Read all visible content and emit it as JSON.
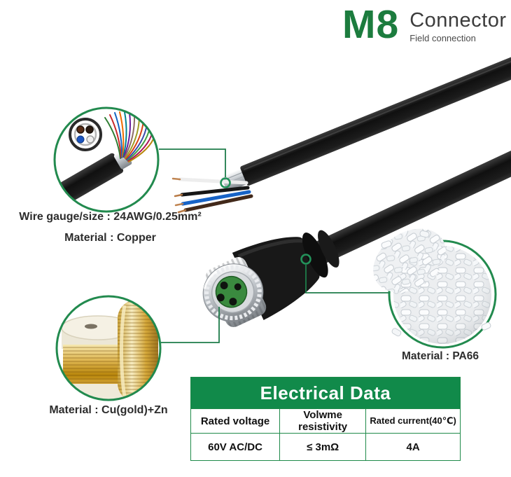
{
  "header": {
    "brand": "M8",
    "title": "Connector",
    "subtitle": "Field connection"
  },
  "callouts": {
    "cable": {
      "line1": "Wire gauge/size : 24AWG/0.25mm²",
      "line2": "Material : Copper"
    },
    "gold_wire": {
      "label": "Material : Cu(gold)+Zn"
    },
    "pellets": {
      "label": "Material : PA66"
    }
  },
  "table": {
    "title": "Electrical Data",
    "columns": [
      "Rated voltage",
      "Volwme resistivity",
      "Rated current(40℃)"
    ],
    "values": [
      "60V AC/DC",
      "≤ 3mΩ",
      "4A"
    ]
  },
  "icons": {
    "callout_ring_marker": "green-ring",
    "callout_line": "green-elbow-line"
  },
  "colors": {
    "brand_green": "#1c7c3e",
    "table_green": "#118a4a",
    "line_green": "#1e7c4a",
    "connector_insert_green": "#3a8a3f"
  }
}
